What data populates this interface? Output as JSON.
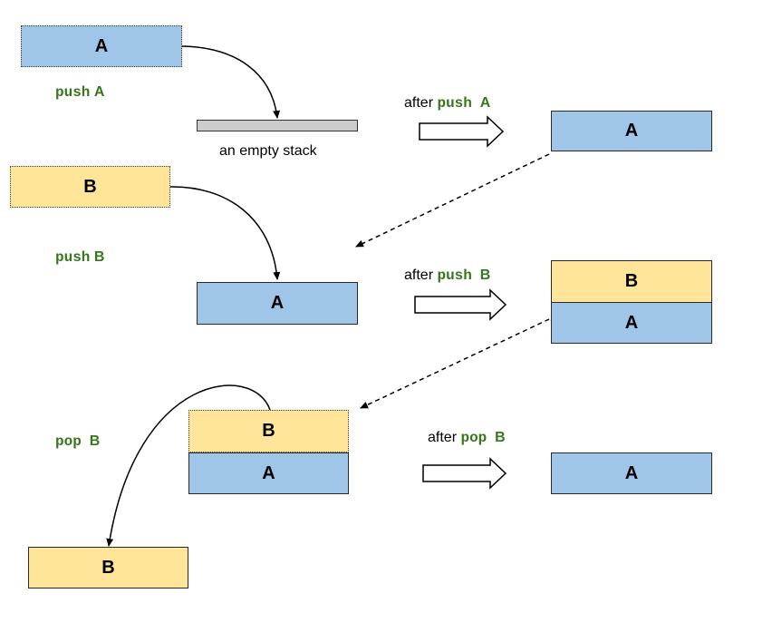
{
  "elements": {
    "a": "A",
    "b": "B"
  },
  "operations": {
    "push": "push",
    "pop": "pop"
  },
  "empty_stack_caption": "an empty stack",
  "after_label": "after",
  "colors": {
    "element_a_fill": "#9fc5e8",
    "element_b_fill": "#ffe599",
    "code_text": "#38761d",
    "empty_stack_fill": "#cccccc"
  }
}
